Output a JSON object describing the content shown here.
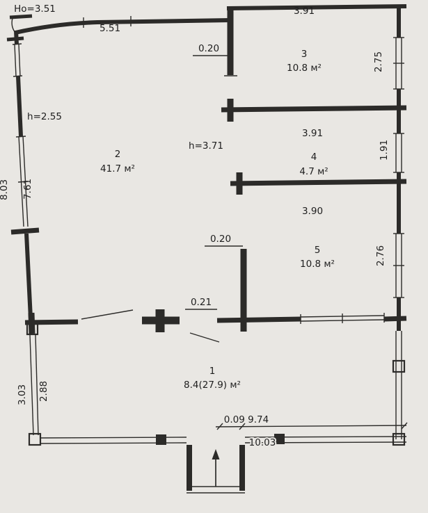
{
  "document": {
    "type": "floor-plan-scan",
    "colors": {
      "paper": "#e9e7e3",
      "ink": "#2c2b29"
    }
  },
  "labels": {
    "ho": "Но=3.51",
    "dim_551": "5.51",
    "dim_391_top": "3.91",
    "dim_020_top": "0.20",
    "dim_275": "2.75",
    "h_255": "h=2.55",
    "h_371": "h=3.71",
    "dim_391_mid": "3.91",
    "dim_191": "1.91",
    "dim_390": "3.90",
    "dim_020_mid": "0.20",
    "dim_276": "2.76",
    "dim_021": "0.21",
    "dim_803": "8.03",
    "dim_761": "7.61",
    "dim_303": "3.03",
    "dim_288": "2.88",
    "dim_009_974": "0.09  9.74",
    "dim_1003": "10.03"
  },
  "rooms": {
    "r1": {
      "num": "1",
      "area": "8.4(27.9) м²"
    },
    "r2": {
      "num": "2",
      "area": "41.7 м²"
    },
    "r3": {
      "num": "3",
      "area": "10.8 м²"
    },
    "r4": {
      "num": "4",
      "area": "4.7 м²"
    },
    "r5": {
      "num": "5",
      "area": "10.8 м²"
    }
  }
}
